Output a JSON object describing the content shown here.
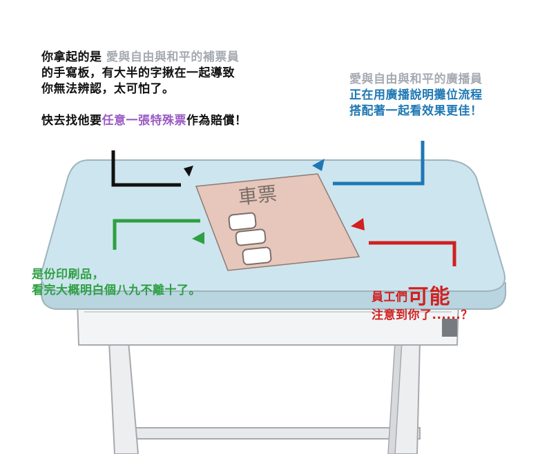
{
  "top_left_note": {
    "line1_prefix": "你拿起的是",
    "line1_name": "愛與自由與和平的補票員",
    "line2": "的手寫板，有大半的字揪在一起導致",
    "line3": "你無法辨認，太可怕了。",
    "line4_prefix": "快去找他要",
    "line4_highlight": "任意一張特殊票",
    "line4_suffix": "作為賠償！"
  },
  "top_right_note": {
    "name": "愛與自由與和平的廣播員",
    "line2": "正在用廣播說明攤位流程",
    "line3": "搭配著一起看效果更佳！"
  },
  "left_bottom_note": {
    "line1": "是份印刷品，",
    "line2": "看完大概明白個八九不離十了。"
  },
  "right_bottom_note": {
    "line1_prefix": "員工們",
    "line1_big": "可能",
    "line2": "注意到你了......？"
  },
  "ticket_board": {
    "handwriting": "車票"
  },
  "colors": {
    "black": "#111111",
    "grey": "#a6aab2",
    "purple": "#9b5bc4",
    "blue": "#1f78b4",
    "green": "#2ea043",
    "red": "#d12020",
    "table_top": "#cde5ee",
    "board": "#e7c7bb"
  }
}
